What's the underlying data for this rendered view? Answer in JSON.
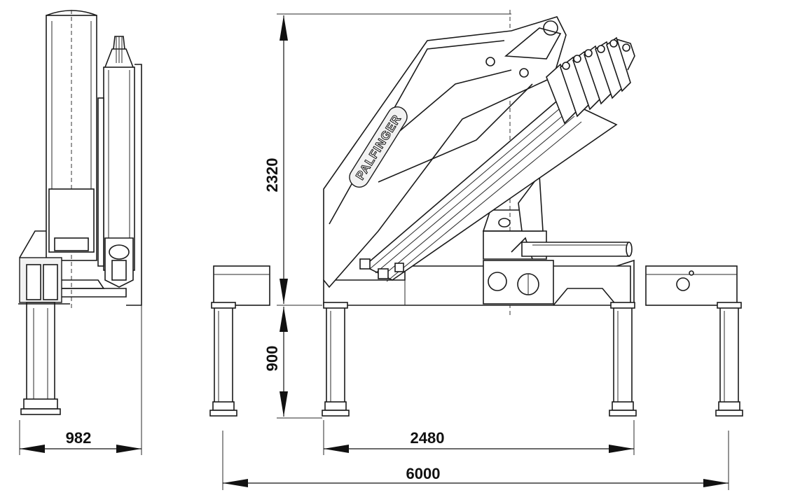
{
  "brand": {
    "name": "PALFINGER"
  },
  "dimensions": {
    "height_total": "2320",
    "height_leg": "900",
    "width_side": "982",
    "width_base": "2480",
    "width_outrigger": "6000"
  }
}
